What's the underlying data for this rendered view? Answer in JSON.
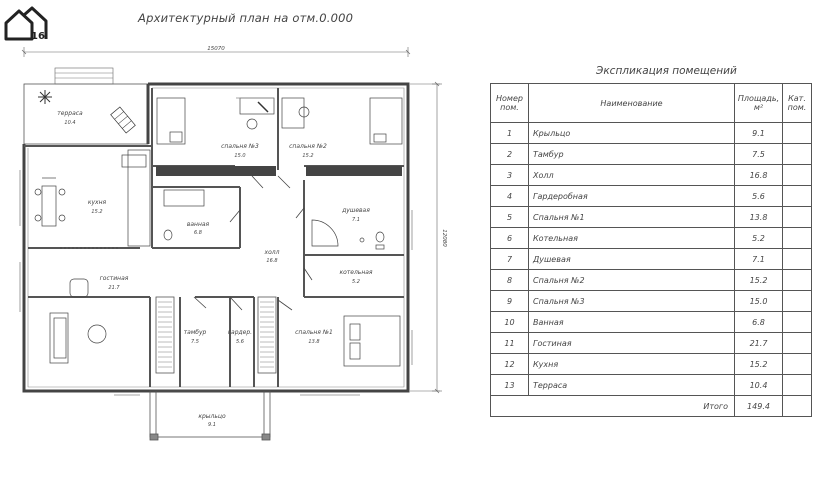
{
  "plan": {
    "title": "Архитектурный план на отм.0.000",
    "dim_width": "15070",
    "dim_height": "12080",
    "rooms": [
      {
        "name": "терраса",
        "area": "10.4"
      },
      {
        "name": "кухня",
        "area": "15.2"
      },
      {
        "name": "спальня №3",
        "area": "15.0"
      },
      {
        "name": "спальня №2",
        "area": "15.2"
      },
      {
        "name": "ванная",
        "area": "6.8"
      },
      {
        "name": "душевая",
        "area": "7.1"
      },
      {
        "name": "холл",
        "area": "16.8"
      },
      {
        "name": "котельная",
        "area": "5.2"
      },
      {
        "name": "гостиная",
        "area": "21.7"
      },
      {
        "name": "тамбур",
        "area": "7.5"
      },
      {
        "name": "гардер.",
        "area": "5.6"
      },
      {
        "name": "спальня №1",
        "area": "13.8"
      },
      {
        "name": "крыльцо",
        "area": "9.1"
      }
    ]
  },
  "logo": {
    "badge": "16"
  },
  "explication": {
    "title": "Экспликация помещений",
    "headers": {
      "num": "Номер пом.",
      "name": "Наименование",
      "area": "Площадь, м²",
      "cat": "Кат. пом."
    },
    "rows": [
      {
        "num": "1",
        "name": "Крыльцо",
        "area": "9.1"
      },
      {
        "num": "2",
        "name": "Тамбур",
        "area": "7.5"
      },
      {
        "num": "3",
        "name": "Холл",
        "area": "16.8"
      },
      {
        "num": "4",
        "name": "Гардеробная",
        "area": "5.6"
      },
      {
        "num": "5",
        "name": "Спальня №1",
        "area": "13.8"
      },
      {
        "num": "6",
        "name": "Котельная",
        "area": "5.2"
      },
      {
        "num": "7",
        "name": "Душевая",
        "area": "7.1"
      },
      {
        "num": "8",
        "name": "Спальня №2",
        "area": "15.2"
      },
      {
        "num": "9",
        "name": "Спальня №3",
        "area": "15.0"
      },
      {
        "num": "10",
        "name": "Ванная",
        "area": "6.8"
      },
      {
        "num": "11",
        "name": "Гостиная",
        "area": "21.7"
      },
      {
        "num": "12",
        "name": "Кухня",
        "area": "15.2"
      },
      {
        "num": "13",
        "name": "Терраса",
        "area": "10.4"
      }
    ],
    "total_label": "Итого",
    "total_value": "149.4"
  }
}
